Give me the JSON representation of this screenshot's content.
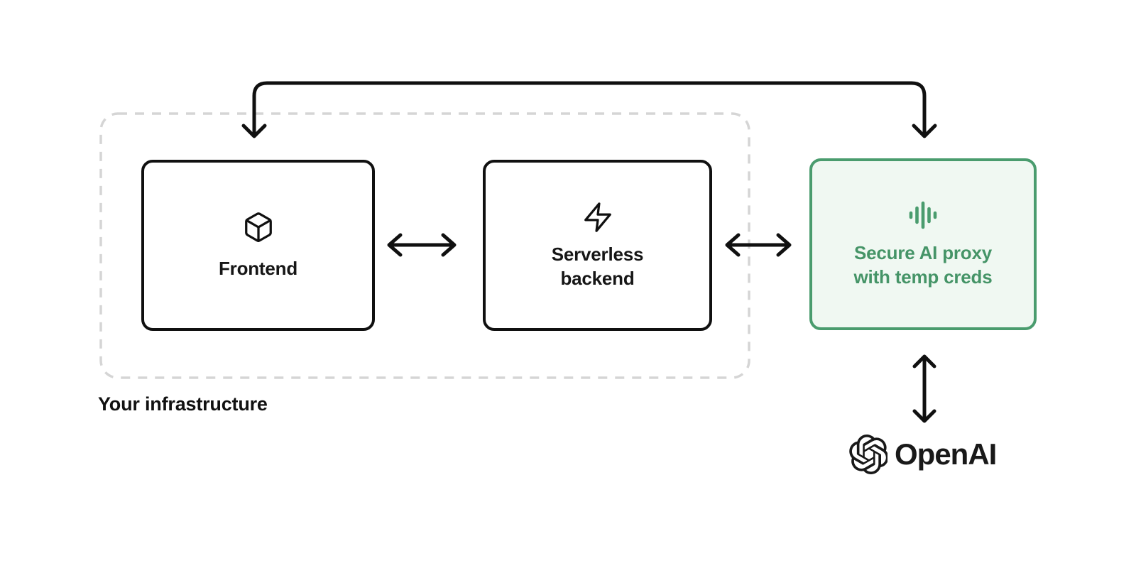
{
  "diagram": {
    "infrastructure_label": "Your infrastructure",
    "nodes": {
      "frontend": {
        "label": "Frontend",
        "icon": "cube"
      },
      "serverless": {
        "line1": "Serverless",
        "line2": "backend",
        "icon": "bolt"
      },
      "proxy": {
        "line1": "Secure AI proxy",
        "line2": "with temp creds",
        "icon": "waveform"
      }
    },
    "external": {
      "label": "OpenAI",
      "icon": "openai-logo"
    }
  },
  "colors": {
    "ink": "#101010",
    "green_border": "#4a9c6e",
    "green_fill": "#f0f8f2",
    "green_text": "#459467",
    "dash_border": "#d5d5d5",
    "background": "#ffffff"
  }
}
